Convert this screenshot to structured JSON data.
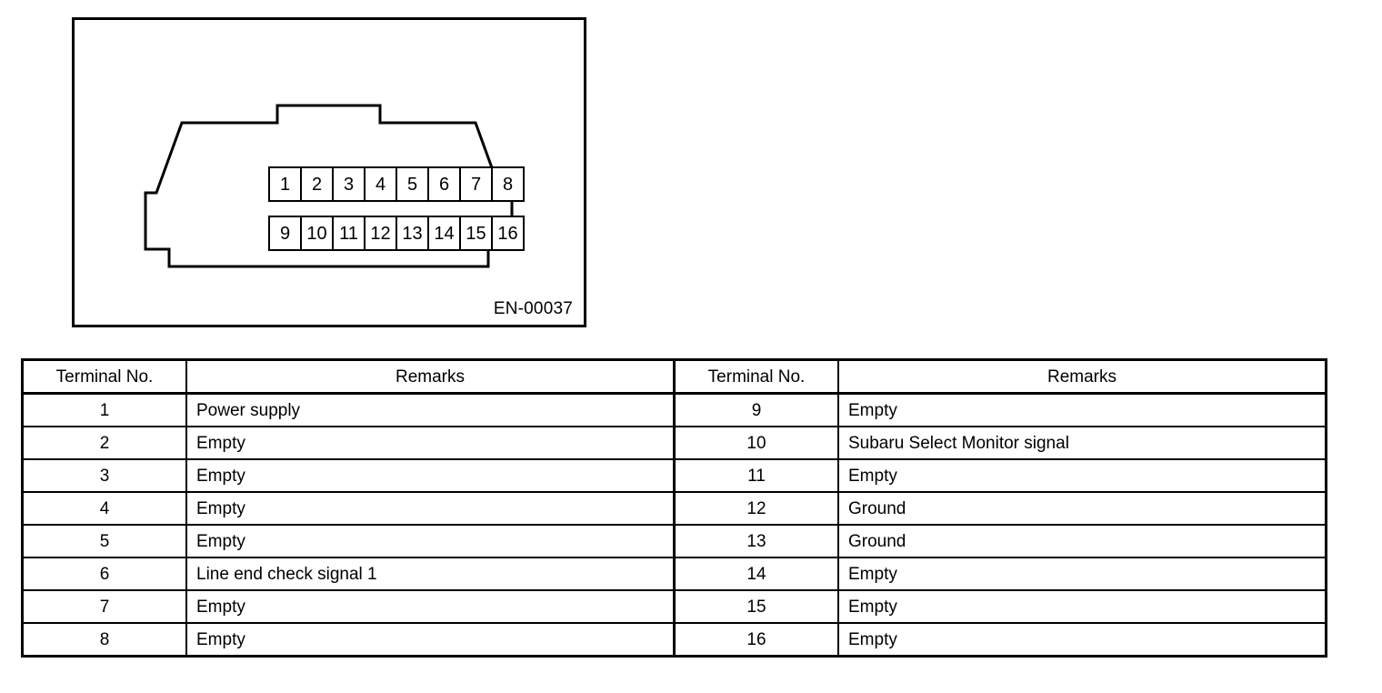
{
  "figure": {
    "code_label": "EN-00037",
    "connector": {
      "pins_top": [
        "1",
        "2",
        "3",
        "4",
        "5",
        "6",
        "7",
        "8"
      ],
      "pins_bottom": [
        "9",
        "10",
        "11",
        "12",
        "13",
        "14",
        "15",
        "16"
      ]
    }
  },
  "table": {
    "headers": {
      "terminal": "Terminal No.",
      "remarks": "Remarks"
    },
    "left_rows": [
      {
        "terminal": "1",
        "remarks": "Power supply"
      },
      {
        "terminal": "2",
        "remarks": "Empty"
      },
      {
        "terminal": "3",
        "remarks": "Empty"
      },
      {
        "terminal": "4",
        "remarks": "Empty"
      },
      {
        "terminal": "5",
        "remarks": "Empty"
      },
      {
        "terminal": "6",
        "remarks": "Line end check signal 1"
      },
      {
        "terminal": "7",
        "remarks": "Empty"
      },
      {
        "terminal": "8",
        "remarks": "Empty"
      }
    ],
    "right_rows": [
      {
        "terminal": "9",
        "remarks": "Empty"
      },
      {
        "terminal": "10",
        "remarks": "Subaru Select Monitor signal"
      },
      {
        "terminal": "11",
        "remarks": "Empty"
      },
      {
        "terminal": "12",
        "remarks": "Ground"
      },
      {
        "terminal": "13",
        "remarks": "Ground"
      },
      {
        "terminal": "14",
        "remarks": "Empty"
      },
      {
        "terminal": "15",
        "remarks": "Empty"
      },
      {
        "terminal": "16",
        "remarks": "Empty"
      }
    ]
  }
}
